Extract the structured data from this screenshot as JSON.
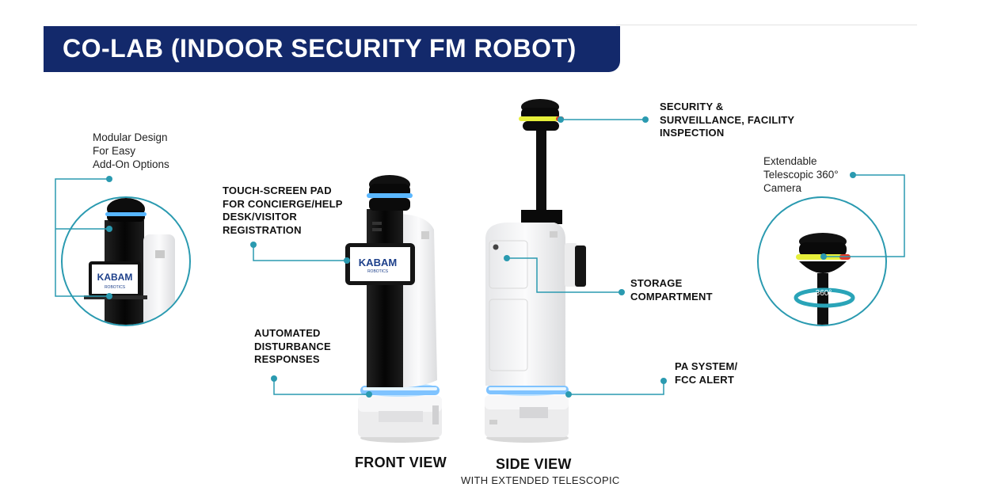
{
  "header": {
    "title": "CO-LAB (INDOOR SECURITY FM ROBOT)"
  },
  "callouts": {
    "modular": [
      "Modular Design",
      "For Easy",
      "Add-On Options"
    ],
    "touch": [
      "TOUCH-SCREEN PAD",
      "FOR CONCIERGE/HELP",
      "DESK/VISITOR",
      "REGISTRATION"
    ],
    "disturbance": [
      "AUTOMATED",
      "DISTURBANCE",
      "RESPONSES"
    ],
    "security": [
      "SECURITY &",
      "SURVEILLANCE, FACILITY",
      "INSPECTION"
    ],
    "storage": [
      "STORAGE",
      "COMPARTMENT"
    ],
    "pa": [
      "PA SYSTEM/",
      "FCC ALERT"
    ],
    "camera": [
      "Extendable",
      "Telescopic 360°",
      "Camera"
    ]
  },
  "views": {
    "front": "FRONT VIEW",
    "side": "SIDE VIEW",
    "side_sub": "WITH EXTENDED TELESCOPIC"
  },
  "brand": {
    "logo_top": "KABAM",
    "logo_bottom": "ROBOTICS"
  },
  "badge_360": "360°",
  "colors": {
    "banner": "#13296b",
    "accent_teal": "#2a9ab0",
    "ring_blue": "#4aa8ff",
    "ring_yellow": "#e6ef3a",
    "robot_white": "#f1f2f3",
    "robot_black": "#111111"
  }
}
